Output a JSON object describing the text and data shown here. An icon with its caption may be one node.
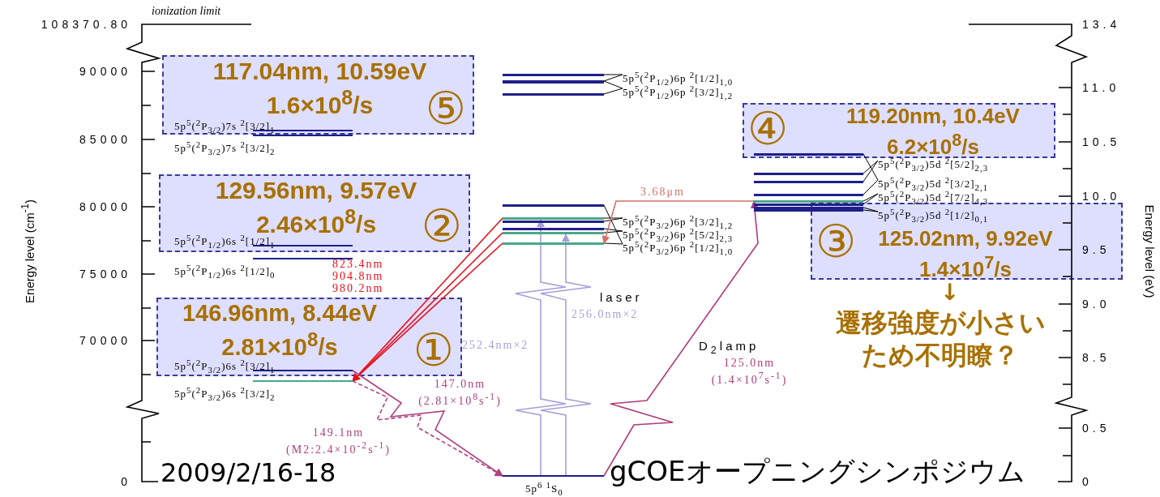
{
  "diagram": {
    "nodes": [
      {
        "text": [
          "117.04nm, 10.59eV",
          "1.6×10$^{8}$/s",
          "⑤"
        ]
      },
      {
        "text": [
          "5p$^{5}$($^{2}$P$_{3/2}$)7s $^{2}$[3/2]$_{1}$"
        ],
        "in": 0
      },
      {
        "text": [
          "5p$^{5}$($^{2}$P$_{3/2}$)7s $^{2}$[3/2]$_{2}$"
        ]
      },
      {
        "text": [
          "129.56nm, 9.57eV",
          "2.46×10$^{8}$/s",
          "②"
        ]
      },
      {
        "text": [
          "5p$^{5}$($^{2}$P$_{1/2}$)6s $^{2}$[1/2]$_{1}$"
        ],
        "in": 3
      },
      {
        "text": [
          "5p$^{5}$($^{2}$P$_{1/2}$)6s $^{2}$[1/2]$_{0}$"
        ]
      },
      {
        "text": [
          "146.96nm, 8.44eV",
          "2.81×10$^{8}$/s",
          "①"
        ]
      },
      {
        "text": [
          "5p$^{5}$($^{2}$P$_{3/2}$)6s $^{2}$[3/2]$_{1}$"
        ],
        "in": 6
      },
      {
        "text": [
          "5p$^{5}$($^{2}$P$_{3/2}$)6s $^{2}$[3/2]$_{2}$"
        ]
      },
      {
        "text": [
          "5p$^{6}$ $^{1}$S$_{0}$"
        ]
      },
      {
        "text": [],
        "shape": "bar"
      },
      {
        "text": [],
        "shape": "bar"
      },
      {
        "text": [],
        "shape": "bar"
      },
      {
        "text": [
          "5p$^{5}$($^{2}$P$_{1/2}$)6p $^{2}$[1/2]$_{1,0}$"
        ]
      },
      {
        "text": [
          "5p$^{5}$($^{2}$P$_{1/2}$)6p $^{2}$[3/2]$_{1,2}$"
        ]
      },
      {
        "text": [],
        "shape": "bar"
      },
      {
        "text": [],
        "shape": "bar"
      },
      {
        "text": [],
        "shape": "bar"
      },
      {
        "text": [],
        "shape": "bar"
      },
      {
        "text": [],
        "shape": "bar"
      },
      {
        "text": [],
        "shape": "bar"
      },
      {
        "text": [
          "5p$^{5}$($^{2}$P$_{3/2}$)6p $^{2}$[3/2]$_{1,2}$"
        ]
      },
      {
        "text": [
          "5p$^{5}$($^{2}$P$_{3/2}$)6p $^{2}$[5/2]$_{2,3}$"
        ]
      },
      {
        "text": [
          "5p$^{5}$($^{2}$P$_{3/2}$)6p $^{2}$[1/2]$_{1,0}$"
        ]
      },
      {
        "text": [
          "119.20nm, 10.4eV",
          "6.2×10$^{8}$/s",
          "④"
        ]
      },
      {
        "text": [
          "125.02nm, 9.92eV",
          "1.4×10$^{7}$/s",
          "③"
        ]
      },
      {
        "text": [],
        "shape": "bar",
        "in": 24
      },
      {
        "text": [],
        "shape": "bar"
      },
      {
        "text": [],
        "shape": "bar"
      },
      {
        "text": [],
        "shape": "bar"
      },
      {
        "text": [],
        "shape": "bar"
      },
      {
        "text": [],
        "shape": "bar"
      },
      {
        "text": [],
        "shape": "bar"
      },
      {
        "text": [],
        "shape": "bar"
      },
      {
        "text": [
          "5p$^{5}$($^{2}$P$_{3/2}$)5d $^{2}$[5/2]$_{2,3}$"
        ]
      },
      {
        "text": [
          "5p$^{5}$($^{2}$P$_{3/2}$)5d $^{2}$[3/2]$_{2,1}$"
        ]
      },
      {
        "text": [
          "5p$^{5}$($^{2}$P$_{3/2}$)5d $^{2}$[7/2]$_{4,3}$"
        ]
      },
      {
        "text": [
          "5p$^{5}$($^{2}$P$_{3/2}$)5d $^{2}$[1/2]$_{0,1}$"
        ],
        "in": 25
      }
    ],
    "edges": [
      {
        "from": 13,
        "to": 10,
        "arrow": "none"
      },
      {
        "from": 13,
        "to": 11,
        "arrow": "none"
      },
      {
        "from": 14,
        "to": 11,
        "arrow": "none"
      },
      {
        "from": 14,
        "to": 12,
        "arrow": "none"
      },
      {
        "from": 21,
        "to": 16,
        "arrow": "none"
      },
      {
        "from": 21,
        "to": 17,
        "arrow": "none"
      },
      {
        "from": 22,
        "to": 18,
        "arrow": "none"
      },
      {
        "from": 22,
        "to": 19,
        "arrow": "none"
      },
      {
        "from": 23,
        "to": 15,
        "arrow": "none"
      },
      {
        "from": 23,
        "to": 20,
        "arrow": "none"
      },
      {
        "from": 34,
        "to": 27,
        "arrow": "none"
      },
      {
        "from": 34,
        "to": 28,
        "arrow": "none"
      },
      {
        "from": 35,
        "to": 26,
        "arrow": "none"
      },
      {
        "from": 35,
        "to": 29,
        "arrow": "none"
      },
      {
        "from": 36,
        "to": 30,
        "arrow": "none"
      },
      {
        "from": 36,
        "to": 31,
        "arrow": "none"
      },
      {
        "from": 37,
        "to": 32,
        "arrow": "none"
      },
      {
        "from": 37,
        "to": 33,
        "arrow": "none"
      },
      {
        "from": 16,
        "to": 8,
        "arrow": "to",
        "label": "823.4nm",
        "color": "#e8101c"
      },
      {
        "from": 19,
        "to": 8,
        "arrow": "to",
        "label": "904.8nm",
        "color": "#e8101c"
      },
      {
        "from": 20,
        "to": 8,
        "arrow": "to",
        "label": "980.2nm",
        "color": "#e8101c"
      },
      {
        "from": 7,
        "to": 9,
        "arrow": "to",
        "label": "147.0nm (2.81×10$^{8}$s$^{-1}$)",
        "color": "#b0407f"
      },
      {
        "from": 8,
        "to": 9,
        "arrow": "to",
        "label": "149.1nm (M2:2.4×10$^{-2}$s$^{-1}$)",
        "color": "#b0407f",
        "style": "dashed"
      },
      {
        "from": 9,
        "to": 16,
        "arrow": "to",
        "label": "252.4nm×2",
        "color": "#a79fd6"
      },
      {
        "from": 9,
        "to": 19,
        "arrow": "to",
        "label": "256.0nm×2",
        "color": "#a79fd6"
      },
      {
        "from": 9,
        "to": 30,
        "arrow": "to",
        "label": "125.0nm (1.4×10$^{7}$s$^{-1}$)",
        "color": "#b03a7a"
      },
      {
        "from": 30,
        "to": 20,
        "arrow": "to",
        "label": "3.68μm",
        "color": "#d4706a"
      }
    ],
    "labels": [
      "ionization limit",
      "108370.80",
      "90000",
      "85000",
      "80000",
      "75000",
      "70000",
      "0",
      "Energy level (cm$^{-1}$)",
      "13.4",
      "11.0",
      "10.5",
      "10.0",
      "9.5",
      "9.0",
      "8.5",
      "0.5",
      "0",
      "Energy level (eV)",
      "laser",
      "D$_{2}$lamp",
      "↓",
      "遷移強度が小さいため不明瞭？",
      "2009/2/16-18",
      "gCOEオープニングシンポジウム"
    ]
  }
}
